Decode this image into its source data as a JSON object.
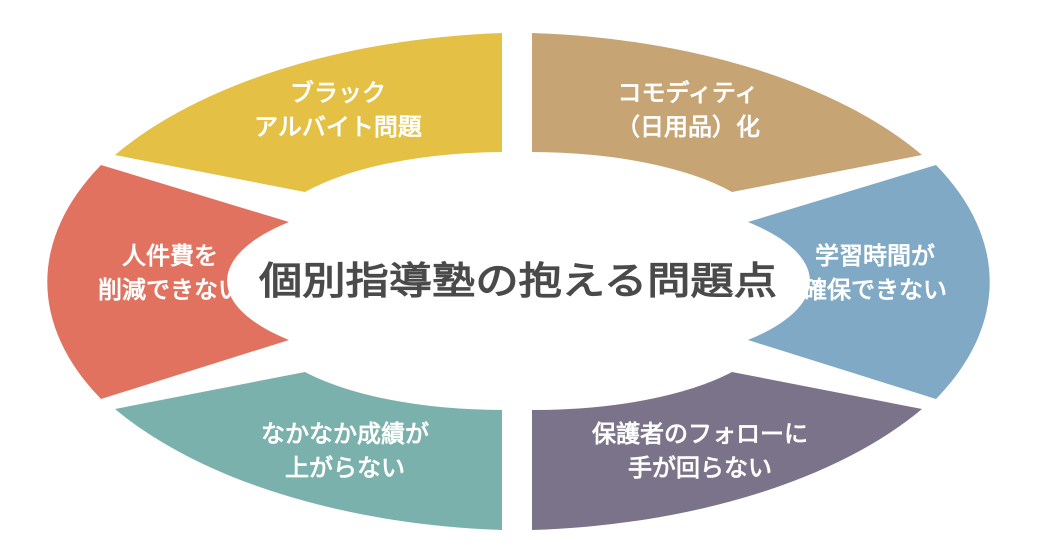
{
  "title": "個別指導塾の抱える問題点",
  "segments": [
    {
      "id": "black-part-time",
      "lines": [
        "ブラック",
        "アルバイト問題"
      ],
      "color": "#e4c044"
    },
    {
      "id": "commodity",
      "lines": [
        "コモディティ",
        "（日用品）化"
      ],
      "color": "#c6a474"
    },
    {
      "id": "study-time",
      "lines": [
        "学習時間が",
        "確保できない"
      ],
      "color": "#7fa9c4"
    },
    {
      "id": "parent-follow",
      "lines": [
        "保護者のフォローに",
        "手が回らない"
      ],
      "color": "#7b7389"
    },
    {
      "id": "grades",
      "lines": [
        "なかなか成績が",
        "上がらない"
      ],
      "color": "#7ab1ac"
    },
    {
      "id": "labor-cost",
      "lines": [
        "人件費を",
        "削減できない"
      ],
      "color": "#e27260"
    }
  ]
}
